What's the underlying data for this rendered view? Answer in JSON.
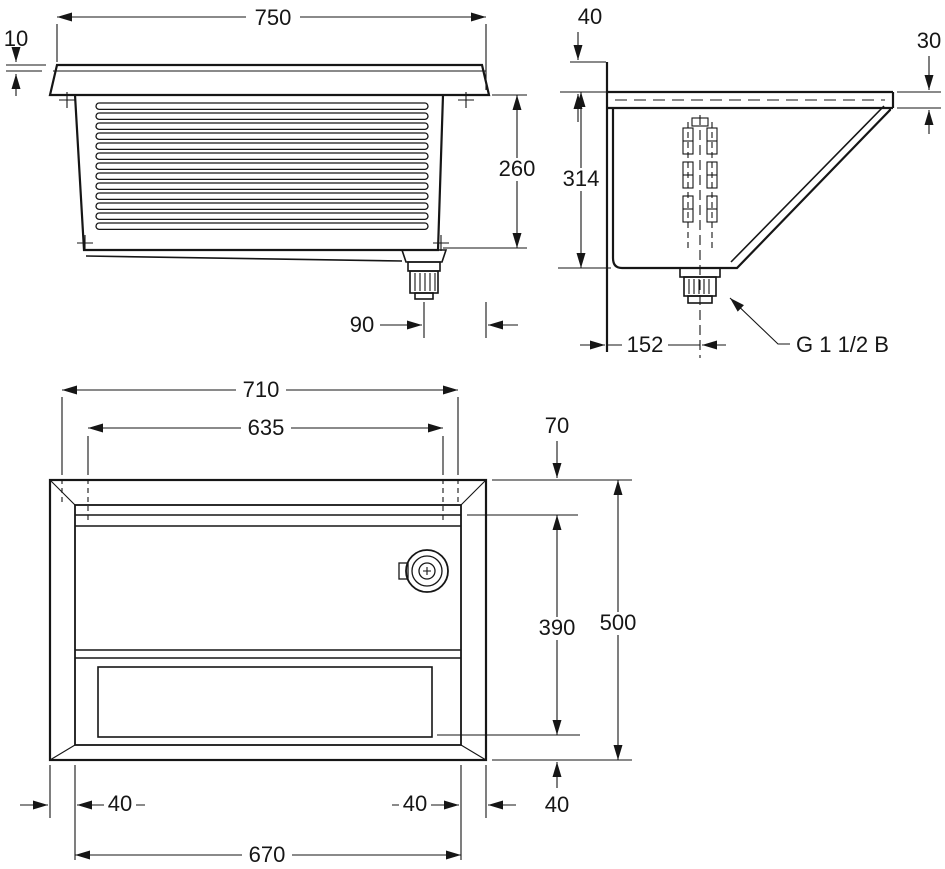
{
  "page": {
    "title": "Sink technical drawing",
    "background": "#ffffff",
    "line_color": "#161616"
  },
  "drawing": {
    "front_view": {
      "dims": {
        "width_total": "750",
        "rim_lip": "10",
        "bowl_depth": "260",
        "drain_offset": "90"
      }
    },
    "side_view": {
      "dims": {
        "top_offset": "40",
        "rim_edge": "30",
        "mount_depth": "314",
        "drain_from_wall": "152",
        "drain_thread": "G 1 1/2 B"
      }
    },
    "plan_view": {
      "dims": {
        "width_upper": "710",
        "width_inner": "635",
        "ledge_depth": "70",
        "bowl_length": "390",
        "overall_depth": "500",
        "margin_left": "40",
        "margin_right": "40",
        "bottom_width": "670",
        "bottom_margin": "40"
      }
    }
  }
}
